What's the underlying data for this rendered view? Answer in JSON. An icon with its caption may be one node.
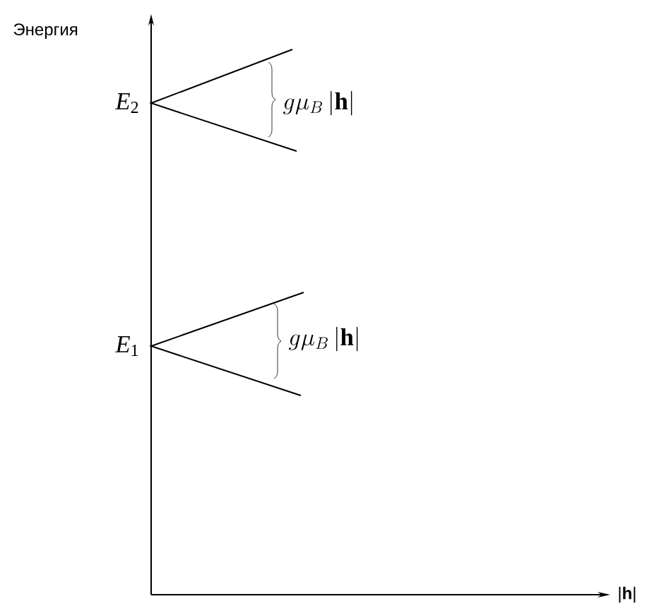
{
  "diagram": {
    "labels": [
      "Энергия",
      "*E*$_{2}$",
      "g\\mu_{B}\\,|\\mathbf{h}|",
      "*E*$_{1}$",
      "g\\mu_{B}\\,|\\mathbf{h}|",
      "|**h**|"
    ]
  }
}
